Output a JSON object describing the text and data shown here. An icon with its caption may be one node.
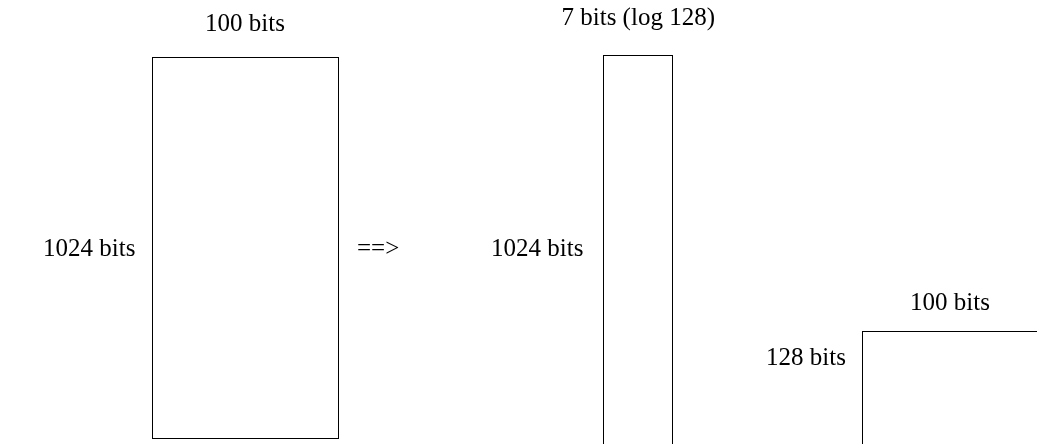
{
  "diagram": {
    "nodes": [
      {
        "text": [],
        "shape": "box",
        "beside": [
          "100 bits",
          "1024 bits"
        ]
      },
      {
        "text": [],
        "shape": "box",
        "beside": [
          "7 bits (log 128)",
          "1024 bits"
        ]
      },
      {
        "text": [],
        "shape": "box",
        "beside": [
          "100 bits",
          "128 bits"
        ]
      }
    ],
    "edges": [],
    "labels": [
      "==>"
    ]
  }
}
